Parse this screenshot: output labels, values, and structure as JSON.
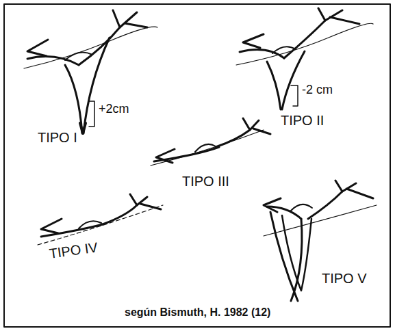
{
  "diagram": {
    "caption": "según Bismuth, H. 1982 (12)",
    "labels": [
      "TIPO I",
      "+2cm",
      "TIPO II",
      "-2 cm",
      "TIPO III",
      "TIPO IV",
      "TIPO V"
    ]
  }
}
